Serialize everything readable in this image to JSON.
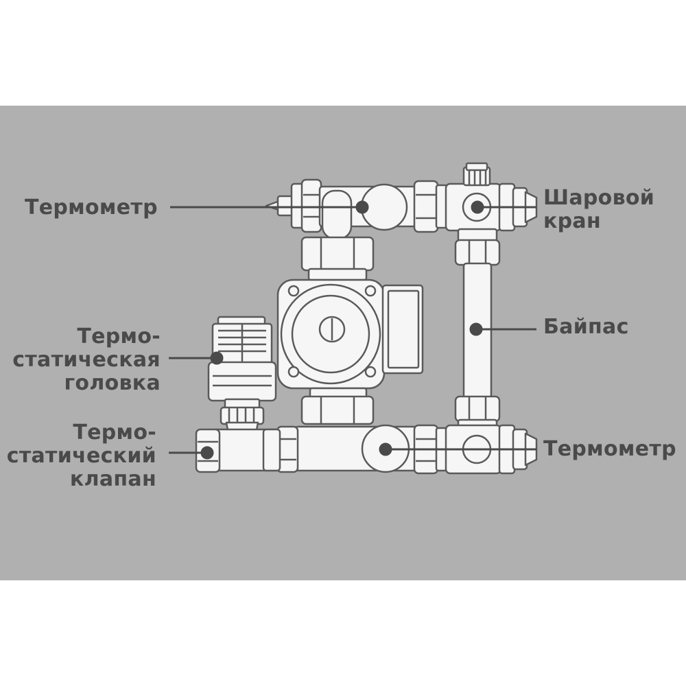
{
  "colors": {
    "background": "#ffffff",
    "panel": "#b0b0b0",
    "part_fill": "#f6f6f6",
    "part_stroke": "#5a5a5a",
    "text": "#4a4a4a",
    "leader": "#4a4a4a"
  },
  "labels": {
    "thermometer_top": "Термометр",
    "ball_valve": [
      "Шаровой",
      "кран"
    ],
    "bypass": "Байпас",
    "thermo_head": [
      "Термо-",
      "статическая",
      "головка"
    ],
    "thermo_valve": [
      "Термо-",
      "статический",
      "клапан"
    ],
    "thermometer_bottom": "Термометр"
  }
}
